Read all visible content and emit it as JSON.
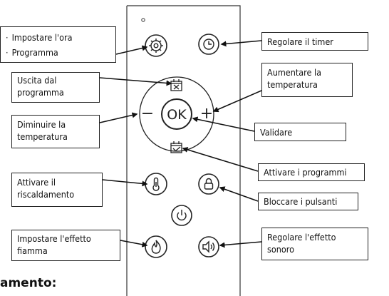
{
  "labels": {
    "set_time": "Impostare l'ora",
    "program": "Programma",
    "exit_program": [
      "Uscita dal",
      "programma"
    ],
    "decrease_temp": [
      "Diminuire la",
      "temperatura"
    ],
    "activate_heating": [
      "Attivare il",
      "riscaldamento"
    ],
    "flame_effect": [
      "Impostare l'effetto",
      "fiamma"
    ],
    "timer": "Regolare il timer",
    "increase_temp": [
      "Aumentare la",
      "temperatura"
    ],
    "validate": "Validare",
    "activate_programs": "Attivare i programmi",
    "lock_buttons": "Bloccare i pulsanti",
    "sound_effect": [
      "Regolare l'effetto",
      "sonoro"
    ]
  },
  "remote": {
    "ok_text": "OK",
    "minus": "−",
    "plus": "+"
  },
  "footer": "amento:"
}
